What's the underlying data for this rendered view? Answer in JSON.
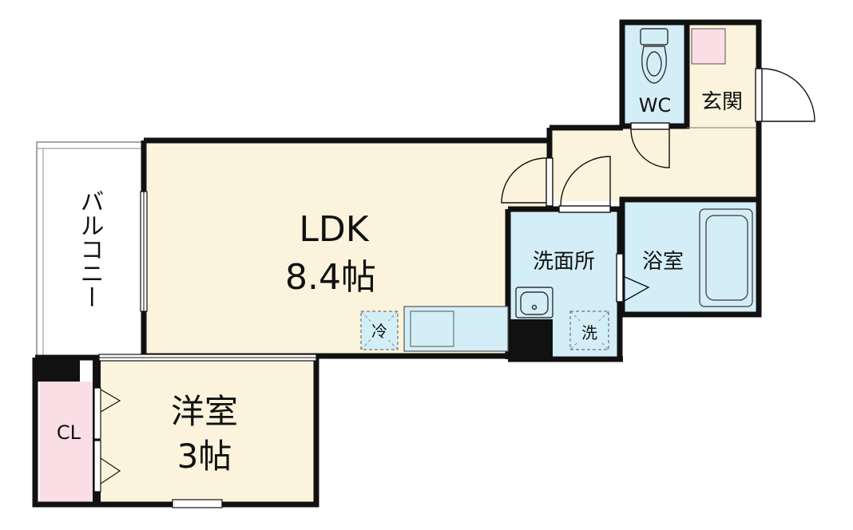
{
  "rooms": {
    "ldk": {
      "name": "LDK",
      "size": "8.4帖"
    },
    "western": {
      "name": "洋室",
      "size": "3帖"
    },
    "washroom": {
      "name": "洗面所"
    },
    "bath": {
      "name": "浴室"
    },
    "toilet": {
      "name": "WC"
    },
    "entrance": {
      "name": "玄関"
    },
    "closet": {
      "name": "CL"
    },
    "balcony": {
      "name": "バルコニー"
    }
  },
  "symbols": {
    "fridge": "冷",
    "washer": "洗"
  },
  "colors": {
    "floor_cream": "#fbf3dc",
    "wet_blue": "#d4eef8",
    "closet_pink": "#fbdde6",
    "wall": "#111111"
  }
}
